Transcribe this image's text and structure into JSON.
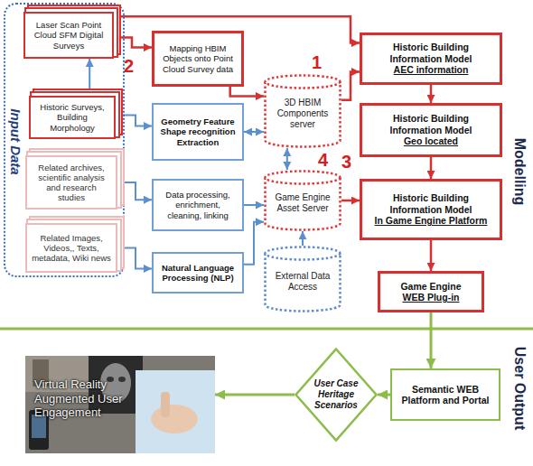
{
  "diagram": {
    "nodes": [
      {
        "text": [
          "Input Data"
        ]
      },
      {
        "text": [
          "Laser Scan Point Cloud SFM Digital Surveys"
        ],
        "in": 0
      },
      {
        "text": [
          "Historic Surveys, Building Morphology"
        ],
        "in": 0
      },
      {
        "text": [
          "Related archives, scientific analysis and research studies"
        ],
        "in": 0
      },
      {
        "text": [
          "Related Images, Videos,, Texts, metadata, Wiki news"
        ],
        "in": 0
      },
      {
        "text": [
          "Mapping HBIM Objects onto Point Cloud Survey data"
        ]
      },
      {
        "text": [
          "Geometry Feature Shape recognition Extraction"
        ]
      },
      {
        "text": [
          "Data processing, enrichment, cleaning, linking"
        ]
      },
      {
        "text": [
          "Natural Language Processing (NLP)"
        ]
      },
      {
        "text": [
          "3D HBIM Components server"
        ]
      },
      {
        "text": [
          "Game Engine Asset Server"
        ]
      },
      {
        "text": [
          "External Data Access"
        ]
      },
      {
        "text": [
          "Historic Building Information Model",
          "AEC information"
        ]
      },
      {
        "text": [
          "Historic Building Information Model",
          "Geo located"
        ]
      },
      {
        "text": [
          "Historic Building Information Model",
          "In Game Engine Platform"
        ]
      },
      {
        "text": [
          "Game Engine",
          "WEB Plug-in"
        ]
      },
      {
        "text": [
          "Semantic WEB Platform and Portal"
        ]
      },
      {
        "text": [
          "User Case Heritage Scenarios"
        ]
      },
      {
        "text": [
          "Virtual Reality Augmented User Engagement"
        ]
      }
    ],
    "edges": [
      {
        "from": 1,
        "to": 12,
        "arrow": "to"
      },
      {
        "from": 1,
        "to": 5,
        "arrow": "to"
      },
      {
        "from": 2,
        "to": 1,
        "arrow": "to"
      },
      {
        "from": 2,
        "to": 6,
        "arrow": "to"
      },
      {
        "from": 3,
        "to": 7,
        "arrow": "to"
      },
      {
        "from": 4,
        "to": 8,
        "arrow": "to"
      },
      {
        "from": 5,
        "to": 9,
        "arrow": "to"
      },
      {
        "from": 6,
        "to": 9,
        "arrow": "both"
      },
      {
        "from": 9,
        "to": 10,
        "arrow": "both"
      },
      {
        "from": 7,
        "to": 10,
        "arrow": "to"
      },
      {
        "from": 8,
        "to": 10,
        "arrow": "to"
      },
      {
        "from": 11,
        "to": 10,
        "arrow": "to"
      },
      {
        "from": 9,
        "to": 12,
        "arrow": "to"
      },
      {
        "from": 12,
        "to": 13,
        "arrow": "to"
      },
      {
        "from": 13,
        "to": 14,
        "arrow": "to"
      },
      {
        "from": 14,
        "to": 15,
        "arrow": "to"
      },
      {
        "from": 10,
        "to": 14,
        "arrow": "to"
      },
      {
        "from": 15,
        "to": 16,
        "arrow": "to"
      },
      {
        "from": 16,
        "to": 17,
        "arrow": "to"
      },
      {
        "from": 17,
        "to": 18,
        "arrow": "to"
      }
    ],
    "labels": [
      "2",
      "1",
      "4",
      "3",
      "Modelling",
      "User Output"
    ]
  }
}
